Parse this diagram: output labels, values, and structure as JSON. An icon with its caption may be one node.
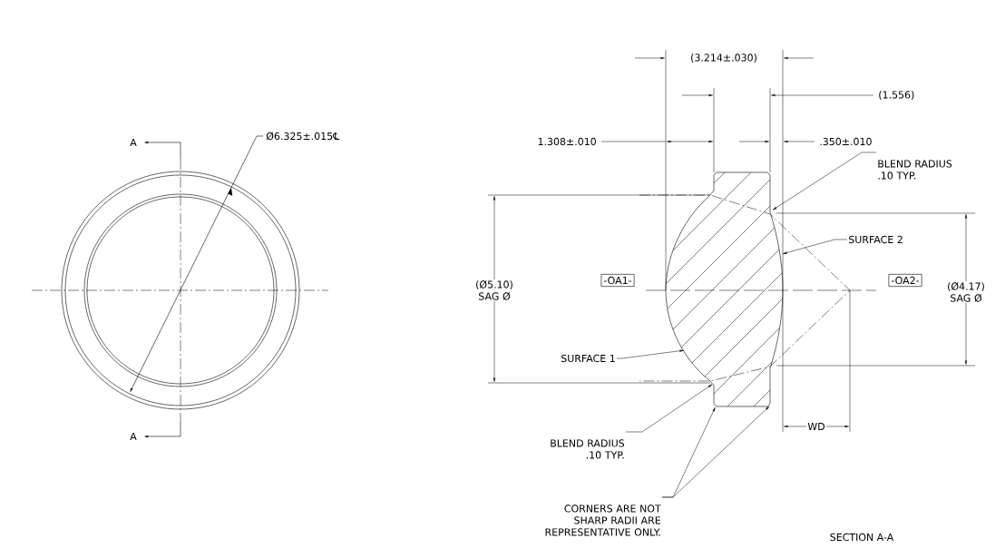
{
  "diagram": {
    "nodes": [
      {
        "text": [
          "SURFACE 2"
        ]
      },
      {
        "text": [
          "SURFACE 1"
        ]
      },
      {
        "text": [
          "BLEND RADIUS .10 TYP."
        ]
      },
      {
        "text": [
          "BLEND RADIUS .10 TYP."
        ]
      },
      {
        "text": [
          "CORNERS ARE NOT SHARP RADII ARE REPRESENTATIVE ONLY."
        ]
      },
      {
        "text": [
          "-OA1-"
        ]
      },
      {
        "text": [
          "-OA2-"
        ]
      },
      {
        "text": [],
        "shape": "picture"
      }
    ],
    "edges": [
      {
        "from": 0,
        "to": 7,
        "arrow": "to"
      },
      {
        "from": 1,
        "to": 7,
        "arrow": "to"
      },
      {
        "from": 2,
        "to": 7,
        "arrow": "to"
      },
      {
        "from": 3,
        "to": 7,
        "arrow": "to"
      },
      {
        "from": 4,
        "to": 7,
        "arrow": "to"
      },
      {
        "from": 4,
        "to": 7,
        "arrow": "to"
      }
    ],
    "labels": [
      "A",
      "A",
      "Ø6.325±.015℄",
      "(3.214±.030)",
      "(1.556)",
      "1.308±.010",
      ".350±.010",
      "(Ø5.10) SAG Ø",
      "(Ø4.17) SAG Ø",
      "WD",
      "SECTION A-A"
    ]
  }
}
